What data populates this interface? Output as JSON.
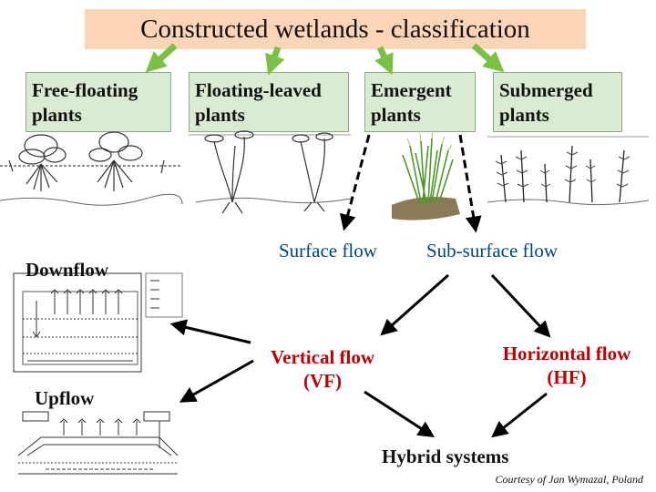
{
  "title": "Constructed wetlands - classification",
  "categories": [
    {
      "line1": "Free-floating",
      "line2": "plants"
    },
    {
      "line1": "Floating-leaved",
      "line2": "plants"
    },
    {
      "line1": "Emergent",
      "line2": "plants"
    },
    {
      "line1": "Submerged",
      "line2": "plants"
    }
  ],
  "flows": {
    "surface": "Surface flow",
    "subsurface": "Sub-surface flow",
    "vertical_line1": "Vertical flow",
    "vertical_line2": "(VF)",
    "horizontal_line1": "Horizontal flow",
    "horizontal_line2": "(HF)",
    "hybrid": "Hybrid systems",
    "downflow": "Downflow",
    "upflow": "Upflow"
  },
  "courtesy": "Courtesy of Jan Wymazal, Poland",
  "colors": {
    "title_bg": "#fbd5b5",
    "category_bg": "#d9ecd2",
    "green_arrow": "#7ac143",
    "flow_text": "#00457c",
    "red_text": "#c00000"
  }
}
